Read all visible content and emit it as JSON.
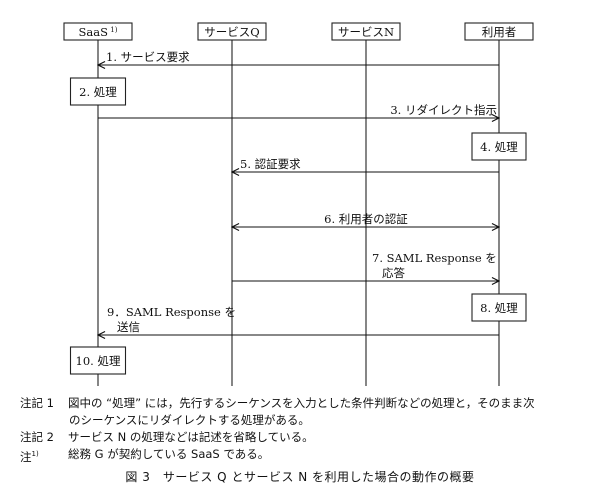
{
  "participants": [
    {
      "id": "saas",
      "label": "SaaS",
      "sup": "1)"
    },
    {
      "id": "q",
      "label": "サービスQ",
      "sup": ""
    },
    {
      "id": "n",
      "label": "サービスN",
      "sup": ""
    },
    {
      "id": "user",
      "label": "利用者",
      "sup": ""
    }
  ],
  "messages": [
    {
      "step": 1,
      "from": "user",
      "to": "saas",
      "label_lines": [
        "1. サービス要求"
      ],
      "bidirectional": false
    },
    {
      "step": 3,
      "from": "saas",
      "to": "user",
      "label_lines": [
        "3. リダイレクト指示"
      ],
      "bidirectional": false
    },
    {
      "step": 5,
      "from": "user",
      "to": "q",
      "label_lines": [
        "5. 認証要求"
      ],
      "bidirectional": false
    },
    {
      "step": 6,
      "from": "q",
      "to": "user",
      "label_lines": [
        "6. 利用者の認証"
      ],
      "bidirectional": true
    },
    {
      "step": 7,
      "from": "q",
      "to": "user",
      "label_lines": [
        "7.  SAML Response を",
        "応答"
      ],
      "bidirectional": false
    },
    {
      "step": 9,
      "from": "user",
      "to": "saas",
      "label_lines": [
        "9．SAML  Response を",
        "送信"
      ],
      "bidirectional": false
    }
  ],
  "processes": [
    {
      "step": 2,
      "on": "saas",
      "label": "2. 処理"
    },
    {
      "step": 4,
      "on": "user",
      "label": "4. 処理"
    },
    {
      "step": 8,
      "on": "user",
      "label": "8. 処理"
    },
    {
      "step": 10,
      "on": "saas",
      "label": "10. 処理"
    }
  ],
  "notes": [
    {
      "key": "注記 1",
      "lines": [
        "図中の “処理” には，先行するシーケンスを入力とした条件判断などの処理と，そのまま次",
        "のシーケンスにリダイレクトする処理がある。"
      ]
    },
    {
      "key": "注記 2",
      "lines": [
        "サービス N の処理などは記述を省略している。"
      ]
    },
    {
      "key": "注",
      "key_sup": "1)",
      "lines": [
        "総務 G が契約している SaaS である。"
      ]
    }
  ],
  "caption": "図 3　サービス Q とサービス N を利用した場合の動作の概要"
}
